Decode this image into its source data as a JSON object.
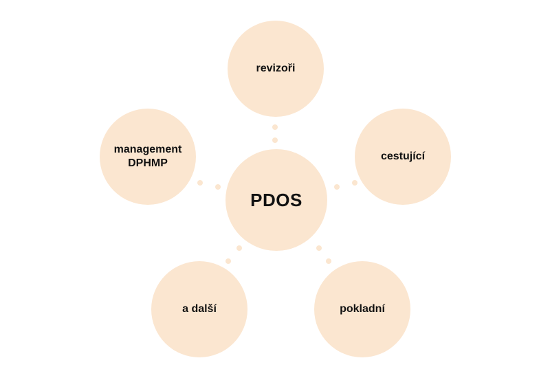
{
  "diagram": {
    "center": {
      "label": "PDOS"
    },
    "nodes": {
      "top": {
        "label": "revizoři"
      },
      "right": {
        "label": "cestující"
      },
      "bottom_right": {
        "label": "pokladní"
      },
      "bottom_left": {
        "label": "a další"
      },
      "left": {
        "line1": "management",
        "line2": "DPHMP"
      }
    }
  },
  "colors": {
    "node_fill": "#fbe6d0",
    "text": "#111111",
    "background": "#ffffff"
  }
}
